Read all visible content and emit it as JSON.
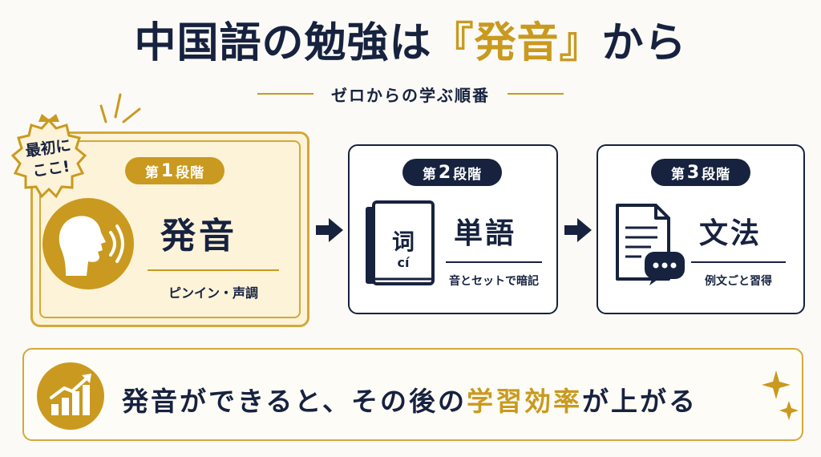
{
  "title": {
    "part1": "中国語の勉強は",
    "accent": "『発音』",
    "part2": "から"
  },
  "subtitle": "ゼロからの学ぶ順番",
  "badge": {
    "line1": "最初に",
    "line2": "ここ!"
  },
  "steps": [
    {
      "prefix": "第",
      "num": "1",
      "suffix": "段階",
      "word": "発音",
      "caption": "ピンイン・声調",
      "icon": "speaking-head-icon"
    },
    {
      "prefix": "第",
      "num": "2",
      "suffix": "段階",
      "word": "単語",
      "caption": "音とセットで暗記",
      "icon": "book-icon",
      "book_char": "词",
      "book_pinyin": "cí"
    },
    {
      "prefix": "第",
      "num": "3",
      "suffix": "段階",
      "word": "文法",
      "caption": "例文ごと習得",
      "icon": "document-chat-icon"
    }
  ],
  "bottom": {
    "part1": "発音ができると、その後の",
    "accent": "学習効率",
    "part2": "が上がる",
    "icon": "growth-chart-icon"
  },
  "colors": {
    "navy": "#17223f",
    "gold": "#c99a1f",
    "cream": "#fdf3d9"
  }
}
